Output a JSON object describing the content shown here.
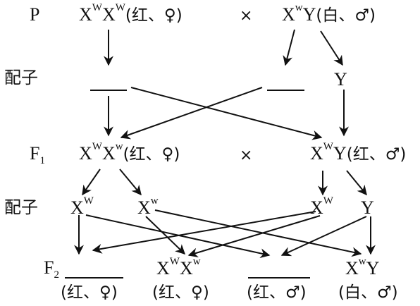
{
  "rows": {
    "p_label": "P",
    "gamete_label_1": "配子",
    "f1_label": "F",
    "f1_sub": "1",
    "gamete_label_2": "配子",
    "f2_label": "F",
    "f2_sub": "2"
  },
  "symbols": {
    "cross_p": "×",
    "cross_f1": "×"
  },
  "p_generation": {
    "female": {
      "g1": "X",
      "s1": "W",
      "g2": "X",
      "s2": "W",
      "note": "(红、♀)"
    },
    "male": {
      "g1": "X",
      "s1": "w",
      "g2": "Y",
      "note": "(白、♂)"
    }
  },
  "p_gametes": {
    "male_y": "Y"
  },
  "f1_generation": {
    "female": {
      "g1": "X",
      "s1": "W",
      "g2": "X",
      "s2": "w",
      "note": "(红、♀)"
    },
    "male": {
      "g1": "X",
      "s1": "W",
      "g2": "Y",
      "note": "(红、♂)"
    }
  },
  "f1_gametes": {
    "female_1": {
      "g": "X",
      "s": "W"
    },
    "female_2": {
      "g": "X",
      "s": "w"
    },
    "male_1": {
      "g": "X",
      "s": "W"
    },
    "male_2": "Y"
  },
  "f2_offspring": {
    "o1_note": "(红、♀)",
    "o2": {
      "g1": "X",
      "s1": "W",
      "g2": "X",
      "s2": "w",
      "note": "(红、♀)"
    },
    "o3_note": "(红、♂)",
    "o4": {
      "g1": "X",
      "s1": "w",
      "g2": "Y",
      "note": "(白、♂)"
    }
  },
  "colors": {
    "ink": "#111111",
    "background": "#ffffff"
  }
}
